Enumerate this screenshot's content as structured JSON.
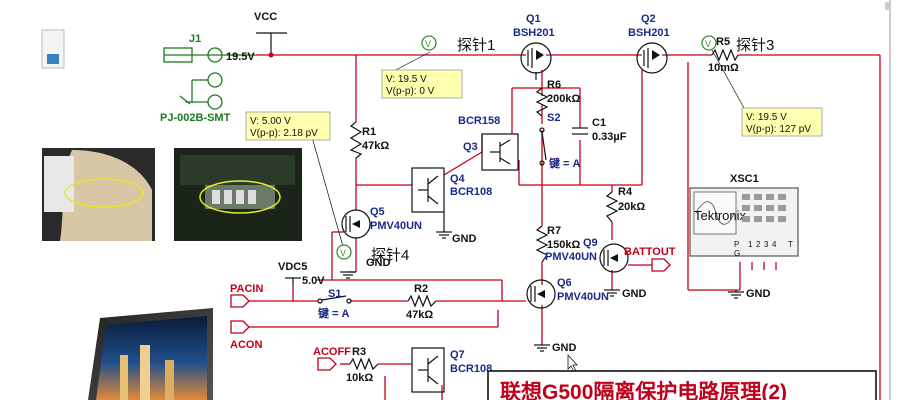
{
  "colors": {
    "wire": "#c0001a",
    "component": "#111111",
    "label": "#1a2a8a",
    "green": "#1e7a1e",
    "probe_box": "#ffffb0",
    "title": "#c0001a"
  },
  "power": {
    "vcc": "VCC",
    "vdc5": "VDC5",
    "vdc5_value": "5.0V",
    "j1": "J1",
    "j1_value": "19.5V",
    "j1_model": "PJ-002B-SMT"
  },
  "transistors": {
    "q1": {
      "ref": "Q1",
      "model": "BSH201"
    },
    "q2": {
      "ref": "Q2",
      "model": "BSH201"
    },
    "q3": {
      "ref": "Q3",
      "model": "BCR158"
    },
    "q4": {
      "ref": "Q4",
      "model": "BCR108"
    },
    "q5": {
      "ref": "Q5",
      "model": "PMV40UN"
    },
    "q6": {
      "ref": "Q6",
      "model": "PMV40UN"
    },
    "q7": {
      "ref": "Q7",
      "model": "BCR108"
    },
    "q9": {
      "ref": "Q9",
      "model": "PMV40UN"
    }
  },
  "resistors": {
    "r1": {
      "ref": "R1",
      "value": "47kΩ"
    },
    "r2": {
      "ref": "R2",
      "value": "47kΩ"
    },
    "r3": {
      "ref": "R3",
      "value": "10kΩ"
    },
    "r4": {
      "ref": "R4",
      "value": "20kΩ"
    },
    "r5": {
      "ref": "R5",
      "value": "10mΩ"
    },
    "r6": {
      "ref": "R6",
      "value": "200kΩ"
    },
    "r7": {
      "ref": "R7",
      "value": "150kΩ"
    }
  },
  "capacitor": {
    "ref": "C1",
    "value": "0.33µF"
  },
  "switches": {
    "s1": {
      "ref": "S1",
      "key": "键 = A"
    },
    "s2": {
      "ref": "S2",
      "key": "键 = A"
    }
  },
  "probes": {
    "p1": {
      "name": "探针1",
      "v": "V: 19.5 V",
      "vpp": "V(p-p): 0 V"
    },
    "p3": {
      "name": "探针3",
      "v": "V: 19.5 V",
      "vpp": "V(p-p): 127 pV"
    },
    "p4": {
      "name": "探针4",
      "v": "V: 5.00 V",
      "vpp": "V(p-p): 2.18 pV"
    }
  },
  "ports": {
    "pacin": "PACIN",
    "acon": "ACON",
    "acoff": "ACOFF",
    "battout": "BATTOUT"
  },
  "gnd": "GND",
  "scope": {
    "ref": "XSC1",
    "brand": "Tektronix",
    "pins": [
      "P",
      "1",
      "2",
      "3",
      "4",
      "T"
    ],
    "g": "G"
  },
  "title": "联想G500隔离保护电路原理(2)"
}
